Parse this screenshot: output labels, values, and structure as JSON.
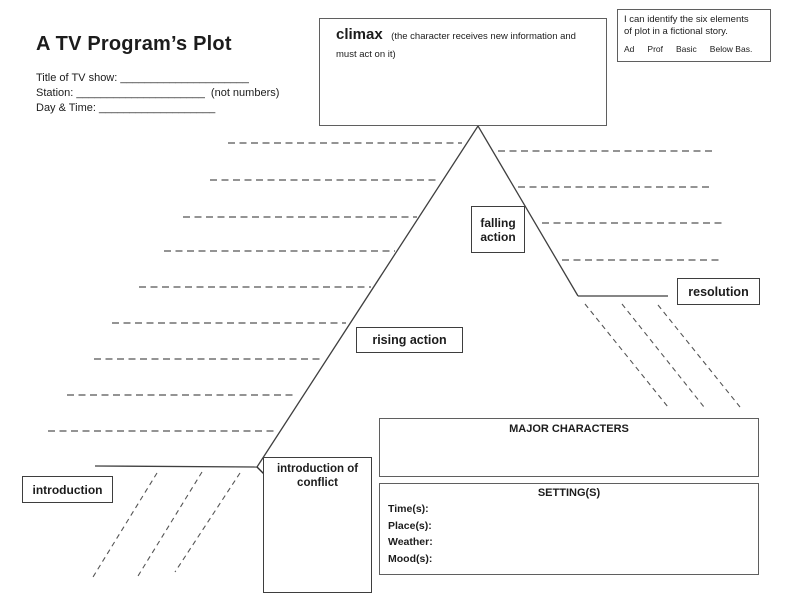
{
  "colors": {
    "background": "#ffffff",
    "ink": "#1c1c1c",
    "line": "#4f4f4f"
  },
  "header": {
    "title": "A TV Program’s Plot",
    "fields": [
      {
        "label": "Title of TV show:",
        "blank": "_____________________",
        "suffix": ""
      },
      {
        "label": "Station:",
        "blank": "_____________________",
        "suffix": "(not numbers)"
      },
      {
        "label": "Day & Time:",
        "blank": "___________________",
        "suffix": ""
      }
    ]
  },
  "climax_box": {
    "title": "climax",
    "subtitle": "(the character receives new information and must act on it)"
  },
  "standard_box": {
    "line1": "I can identify the six elements",
    "line2": "of plot in a fictional story.",
    "levels": [
      "Ad",
      "Prof",
      "Basic",
      "Below Bas."
    ]
  },
  "labels": {
    "rising_action": "rising action",
    "falling_action": "falling action",
    "resolution": "resolution",
    "introduction": "introduction",
    "conflict": "introduction of conflict"
  },
  "characters_box": {
    "heading": "MAJOR CHARACTERS"
  },
  "settings_box": {
    "heading": "SETTING(S)",
    "fields": [
      "Time(s):",
      "Place(s):",
      "Weather:",
      "Mood(s):"
    ]
  }
}
